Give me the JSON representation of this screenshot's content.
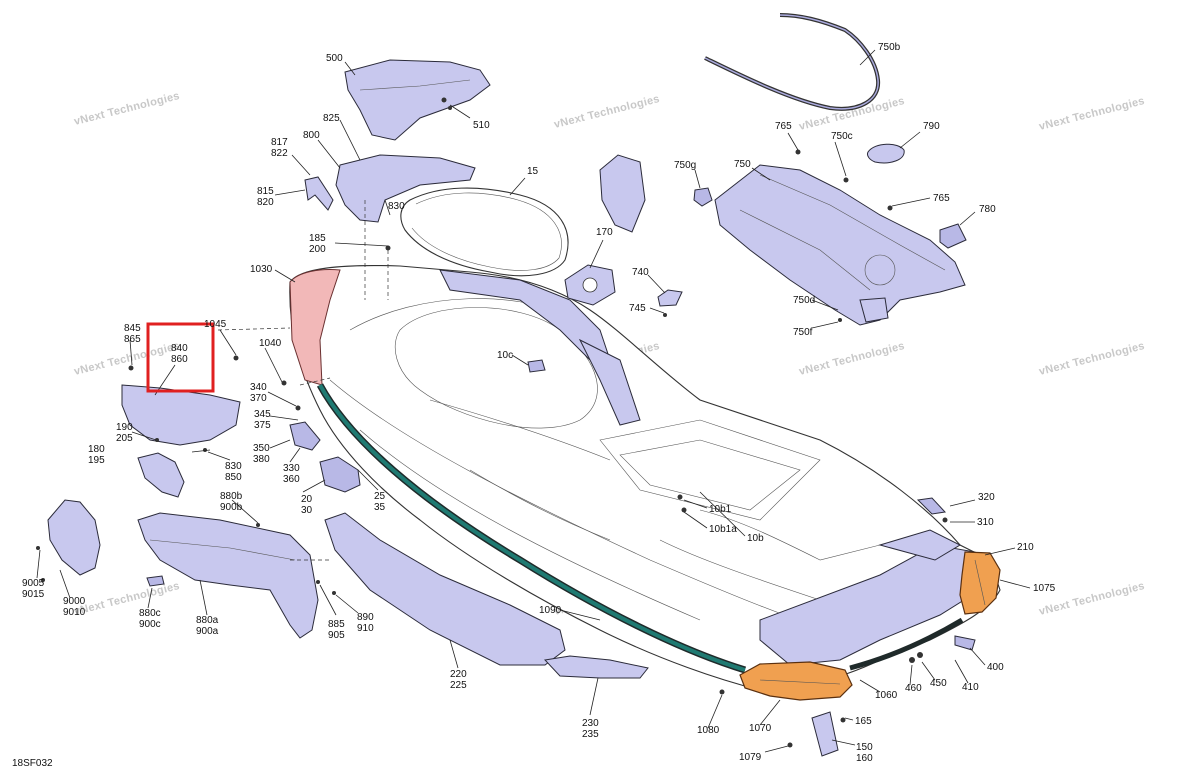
{
  "diagram": {
    "figure_code": "18SF032",
    "watermark": "vNext Technologies",
    "highlight_color": "#e02020",
    "part_color": "#c8c8ee",
    "bumper_color": "#f0a050",
    "rub_strip_color": "#1f7a72",
    "highlighted_callout": "840 / 860"
  },
  "callouts": {
    "c15": "15",
    "c500": "500",
    "c510": "510",
    "c825": "825",
    "c800": "800",
    "c817": "817",
    "c822": "822",
    "c815": "815",
    "c820": "820",
    "c830": "830",
    "c185": "185",
    "c200": "200",
    "c170": "170",
    "c740": "740",
    "c745": "745",
    "c750b": "750b",
    "c765a": "765",
    "c750c": "750c",
    "c790": "790",
    "c750g": "750g",
    "c750": "750",
    "c765b": "765",
    "c780": "780",
    "c750d": "750d",
    "c750f": "750f",
    "c1030": "1030",
    "c845": "845",
    "c865": "865",
    "c840": "840",
    "c860": "860",
    "c1045": "1045",
    "c1040": "1040",
    "c340": "340",
    "c370": "370",
    "c345": "345",
    "c375": "375",
    "c190": "190",
    "c205": "205",
    "c180": "180",
    "c195": "195",
    "c830b": "830",
    "c850": "850",
    "c350": "350",
    "c380": "380",
    "c330": "330",
    "c360": "360",
    "c20": "20",
    "c30": "30",
    "c25": "25",
    "c35": "35",
    "c10c": "10c",
    "c10b1": "10b1",
    "c10b1a": "10b1a",
    "c10b": "10b",
    "c880b": "880b",
    "c900b": "900b",
    "c9005": "9005",
    "c9015": "9015",
    "c9000": "9000",
    "c9010": "9010",
    "c880c": "880c",
    "c900c": "900c",
    "c880a": "880a",
    "c900a": "900a",
    "c885": "885",
    "c905": "905",
    "c890": "890",
    "c910": "910",
    "c220": "220",
    "c225": "225",
    "c230": "230",
    "c235": "235",
    "c1090": "1090",
    "c320": "320",
    "c310": "310",
    "c210": "210",
    "c1075": "1075",
    "c400": "400",
    "c410": "410",
    "c450": "450",
    "c460": "460",
    "c1060": "1060",
    "c1070": "1070",
    "c1080": "1080",
    "c165": "165",
    "c150": "150",
    "c160": "160",
    "c1079": "1079"
  }
}
